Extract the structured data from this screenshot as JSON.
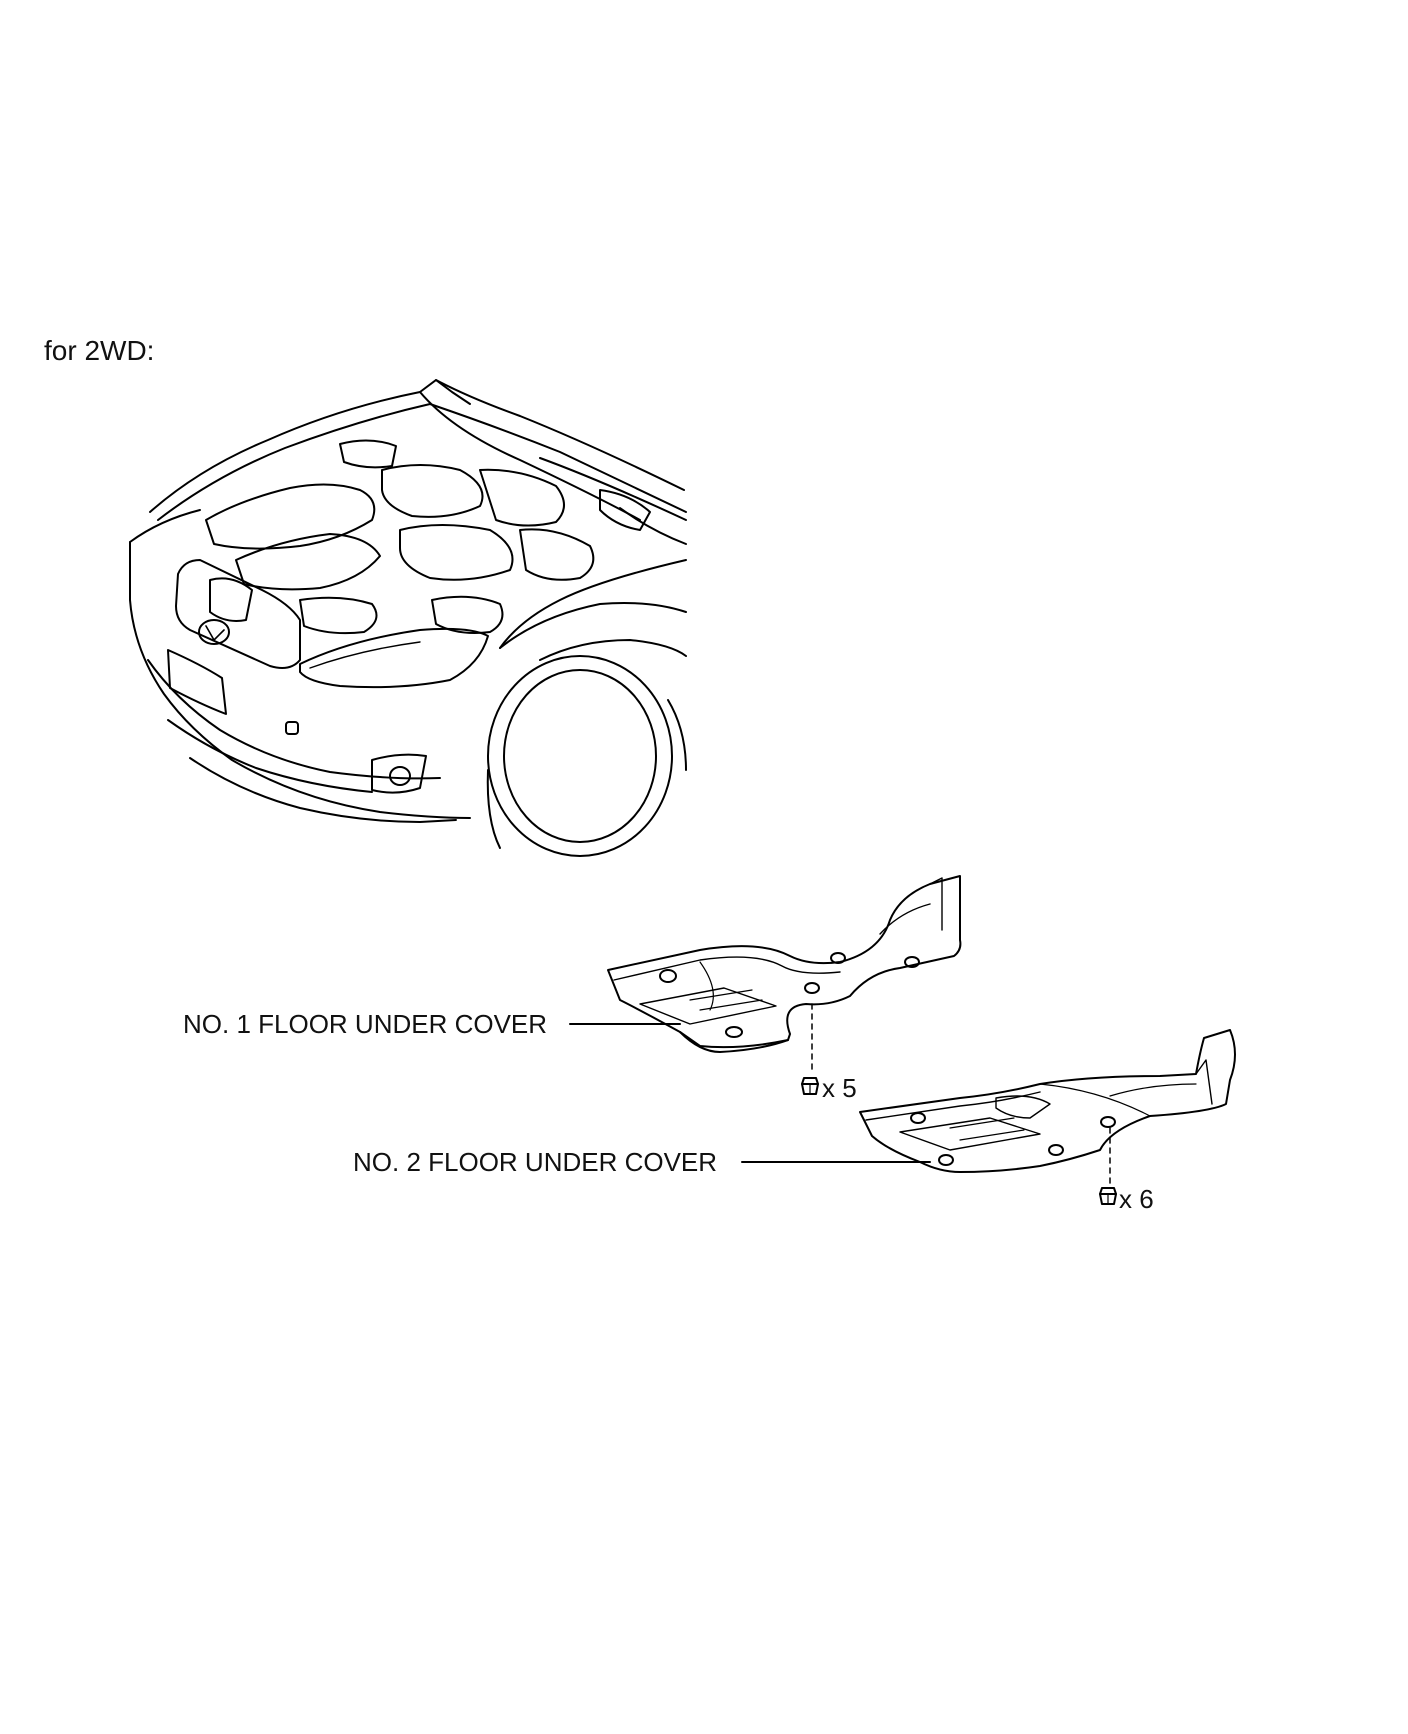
{
  "diagram": {
    "section_heading": "for 2WD:",
    "parts": [
      {
        "name": "NO. 1 FLOOR UNDER COVER",
        "fastener_qty": "x 5"
      },
      {
        "name": "NO. 2 FLOOR UNDER COVER",
        "fastener_qty": "x 6"
      }
    ],
    "icons": {
      "vehicle": "car-front-icon",
      "cover1": "floor-under-cover-1-icon",
      "cover2": "floor-under-cover-2-icon",
      "fastener": "clip-fastener-icon"
    },
    "colors": {
      "line": "#000000",
      "background": "#ffffff"
    }
  }
}
